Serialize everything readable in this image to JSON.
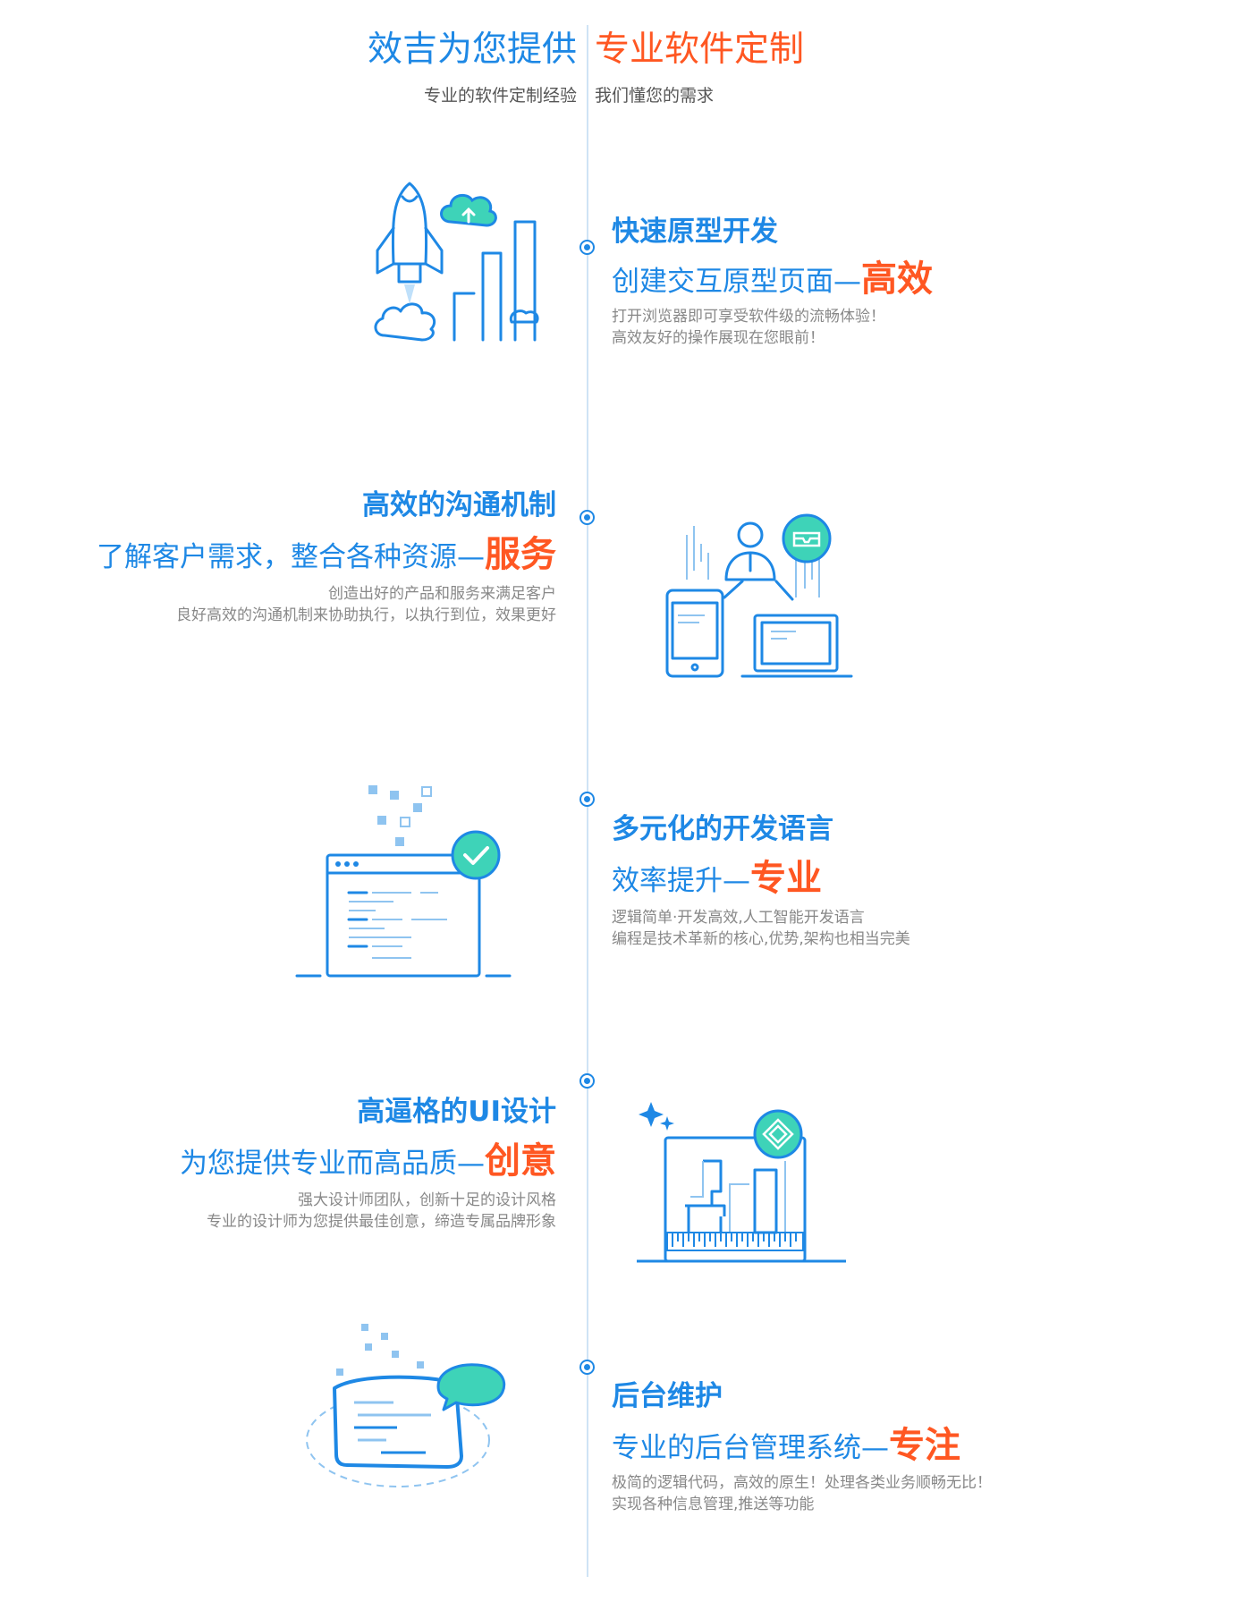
{
  "header": {
    "left_title": "效吉为您提供",
    "right_title": "专业软件定制",
    "left_sub": "专业的软件定制经验",
    "right_sub": "我们懂您的需求"
  },
  "features": [
    {
      "title": "快速原型开发",
      "subtitle": "创建交互原型页面",
      "dash": "—",
      "highlight": "高效",
      "desc_line1": "打开浏览器即可享受软件级的流畅体验！",
      "desc_line2": "高效友好的操作展现在您眼前！",
      "icon": "rocket-chart-icon"
    },
    {
      "title": "高效的沟通机制",
      "subtitle": "了解客户需求，整合各种资源",
      "dash": "—",
      "highlight": "服务",
      "desc_line1": "创造出好的产品和服务来满足客户",
      "desc_line2": "良好高效的沟通机制来协助执行，以执行到位，效果更好",
      "icon": "communication-devices-icon"
    },
    {
      "title": "多元化的开发语言",
      "subtitle": "效率提升",
      "dash": "—",
      "highlight": "专业",
      "desc_line1": "逻辑简单·开发高效,人工智能开发语言",
      "desc_line2": "编程是技术革新的核心,优势,架构也相当完美",
      "icon": "code-window-check-icon"
    },
    {
      "title": "高逼格的UI设计",
      "subtitle": "为您提供专业而高品质",
      "dash": "—",
      "highlight": "创意",
      "desc_line1": "强大设计师团队，创新十足的设计风格",
      "desc_line2": "专业的设计师为您提供最佳创意，缔造专属品牌形象",
      "icon": "design-canvas-icon"
    },
    {
      "title": "后台维护",
      "subtitle": "专业的后台管理系统",
      "dash": "—",
      "highlight": "专注",
      "desc_line1": "极简的逻辑代码，高效的原生！处理各类业务顺畅无比！",
      "desc_line2": "实现各种信息管理,推送等功能",
      "icon": "backend-chat-box-icon"
    }
  ],
  "colors": {
    "primary": "#1e88e5",
    "accent": "#ff5722",
    "teal": "#3ed3b8",
    "light_blue": "#8fc4f0",
    "text_gray": "#888888"
  }
}
